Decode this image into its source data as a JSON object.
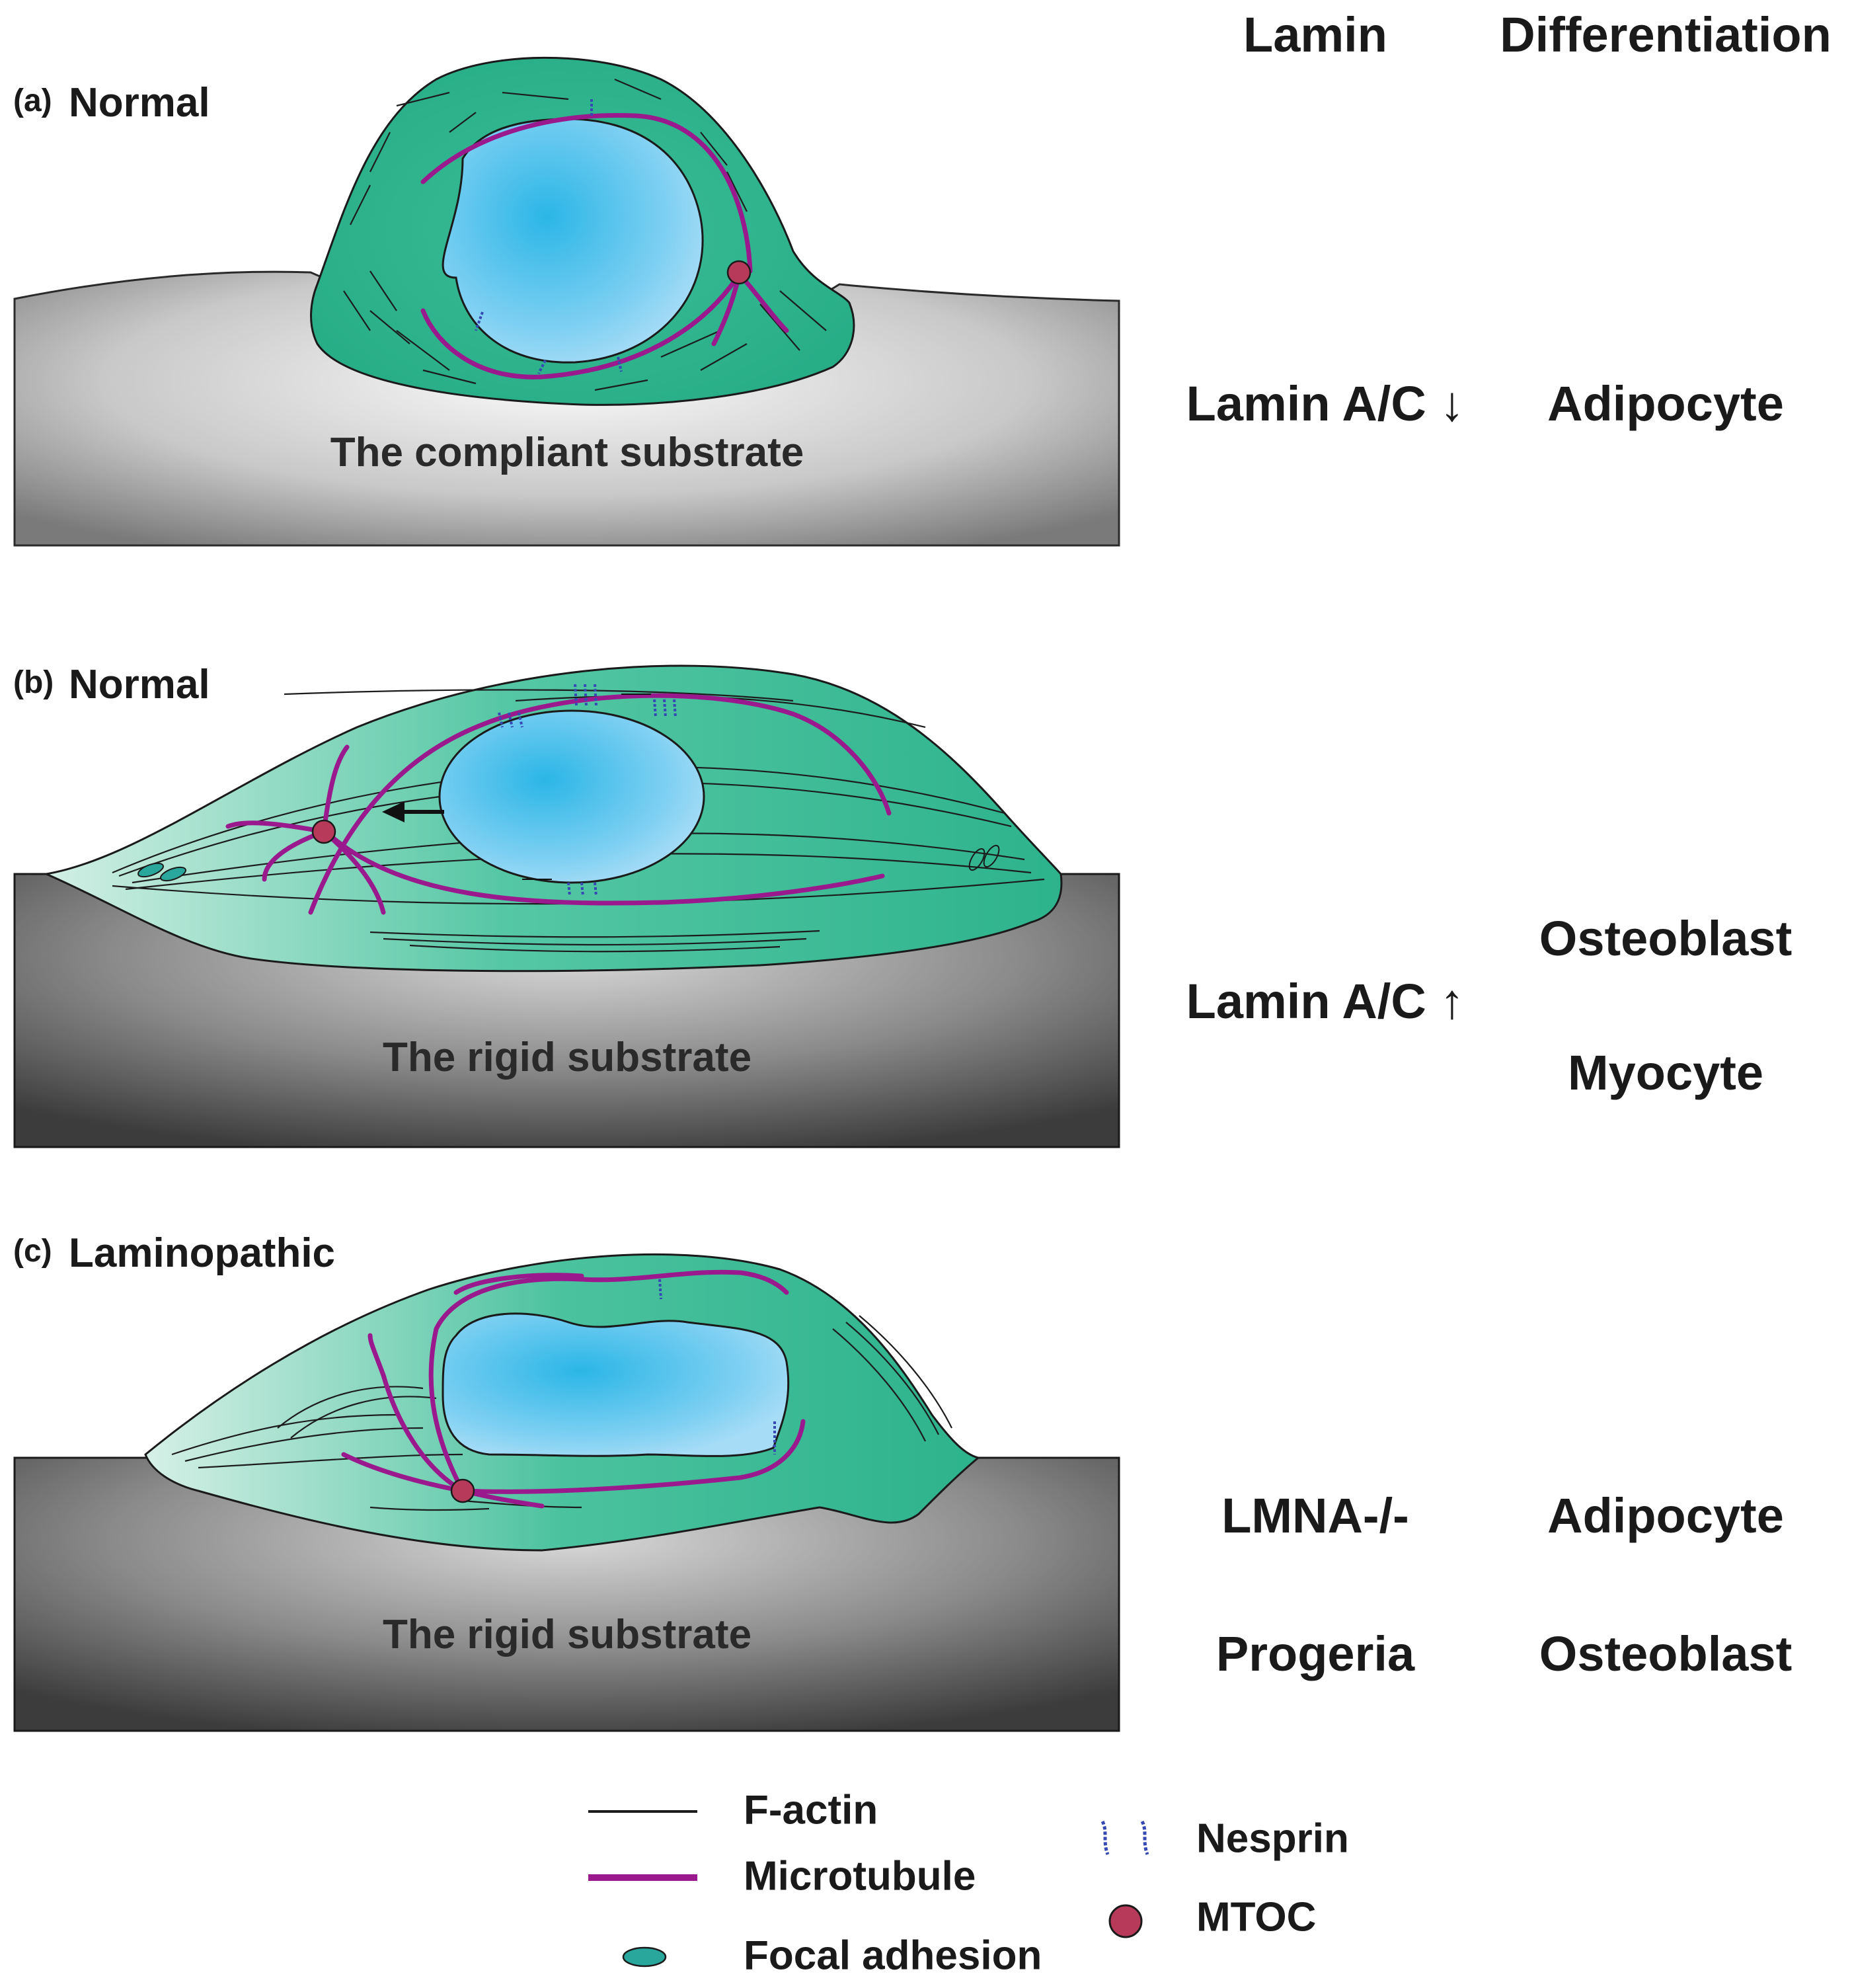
{
  "header": {
    "lamin": "Lamin",
    "differentiation": "Differentiation"
  },
  "panels": [
    {
      "tag": "(a)",
      "title": "Normal",
      "substrate": "The compliant substrate",
      "lamin_label": "Lamin A/C ↓",
      "differentiation": [
        "Adipocyte"
      ]
    },
    {
      "tag": "(b)",
      "title": "Normal",
      "substrate": "The rigid substrate",
      "lamin_label": "Lamin A/C ↑",
      "differentiation": [
        "Osteoblast",
        "Myocyte"
      ]
    },
    {
      "tag": "(c)",
      "title": "Laminopathic",
      "substrate": "The rigid substrate",
      "rows": [
        {
          "lamin": "LMNA-/-",
          "differentiation": "Adipocyte"
        },
        {
          "lamin": "Progeria",
          "differentiation": "Osteoblast"
        }
      ]
    }
  ],
  "legend": {
    "f_actin": "F-actin",
    "microtubule": "Microtubule",
    "focal_adhesion": "Focal adhesion",
    "nesprin": "Nesprin",
    "mtoc": "MTOC"
  },
  "colors": {
    "cell": "#2fb58e",
    "cell_light": "#c8ece0",
    "nucleus": "#36b7e8",
    "nucleus_light": "#9fdcf6",
    "microtubule": "#9a1a8e",
    "nesprin": "#3548b4",
    "mtoc": "#b83a5a",
    "focal_adhesion": "#2aa79c"
  }
}
